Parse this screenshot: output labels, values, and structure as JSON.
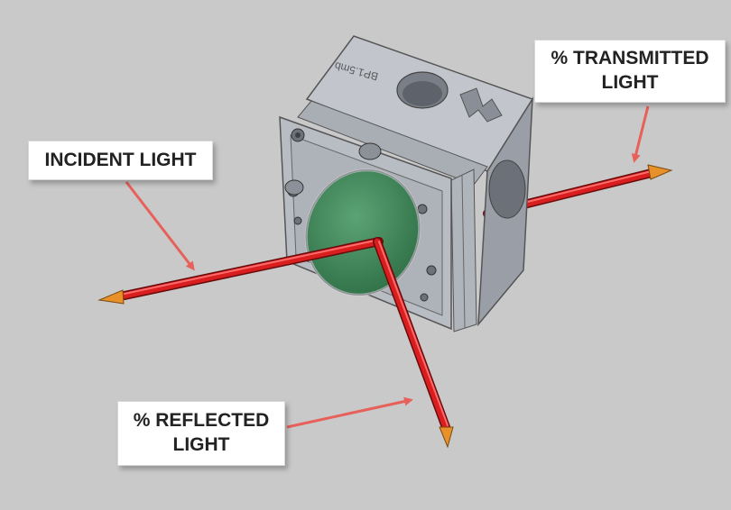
{
  "labels": {
    "incident": "INCIDENT LIGHT",
    "transmitted_line1": "% TRANSMITTED",
    "transmitted_line2": "LIGHT",
    "reflected_line1": "% REFLECTED",
    "reflected_line2": "LIGHT"
  },
  "part_engraving": "BP1.5mb",
  "colors": {
    "background": "#c9c9c9",
    "beam": "#d81e1e",
    "beam_tip": "#e8902a",
    "pointer_arrow": "#e8605a",
    "filter": "#3f8a5a",
    "housing": "#b4b8c0"
  }
}
